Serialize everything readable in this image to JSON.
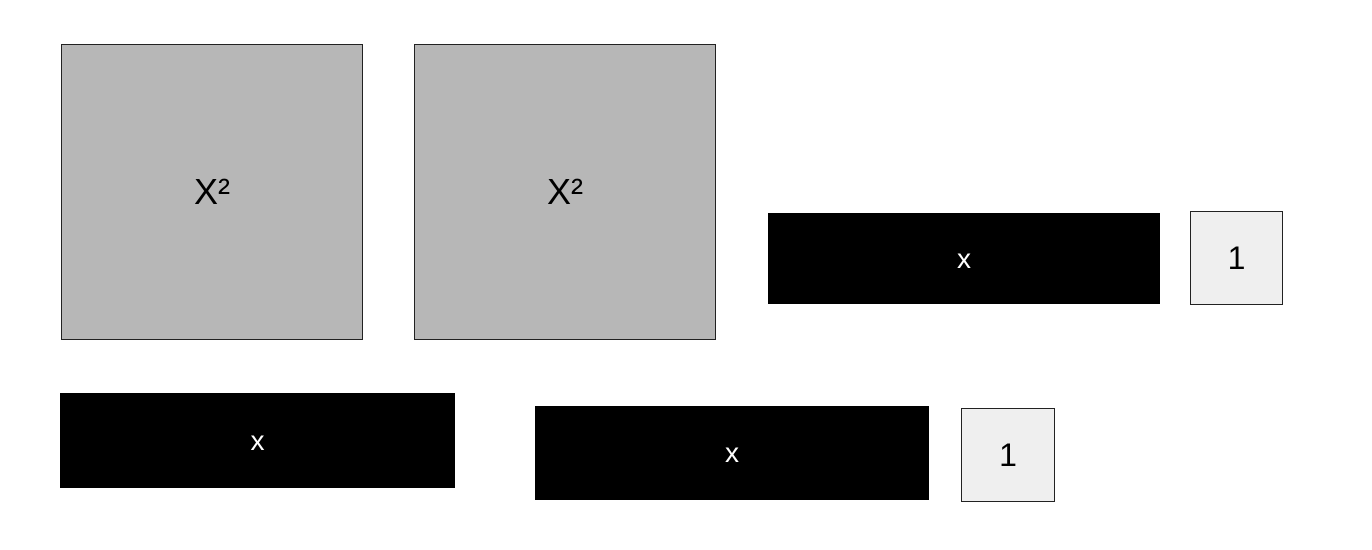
{
  "colors": {
    "square_fill": "#b7b7b7",
    "bar_fill": "#000000",
    "unit_fill": "#efefef",
    "dark_text": "#000000",
    "light_text": "#ffffff"
  },
  "tiles": {
    "square_1": {
      "label": "X²"
    },
    "square_2": {
      "label": "X²"
    },
    "bar_1": {
      "label": "x"
    },
    "unit_1": {
      "label": "1"
    },
    "bar_2": {
      "label": "x"
    },
    "bar_3": {
      "label": "x"
    },
    "unit_2": {
      "label": "1"
    }
  }
}
